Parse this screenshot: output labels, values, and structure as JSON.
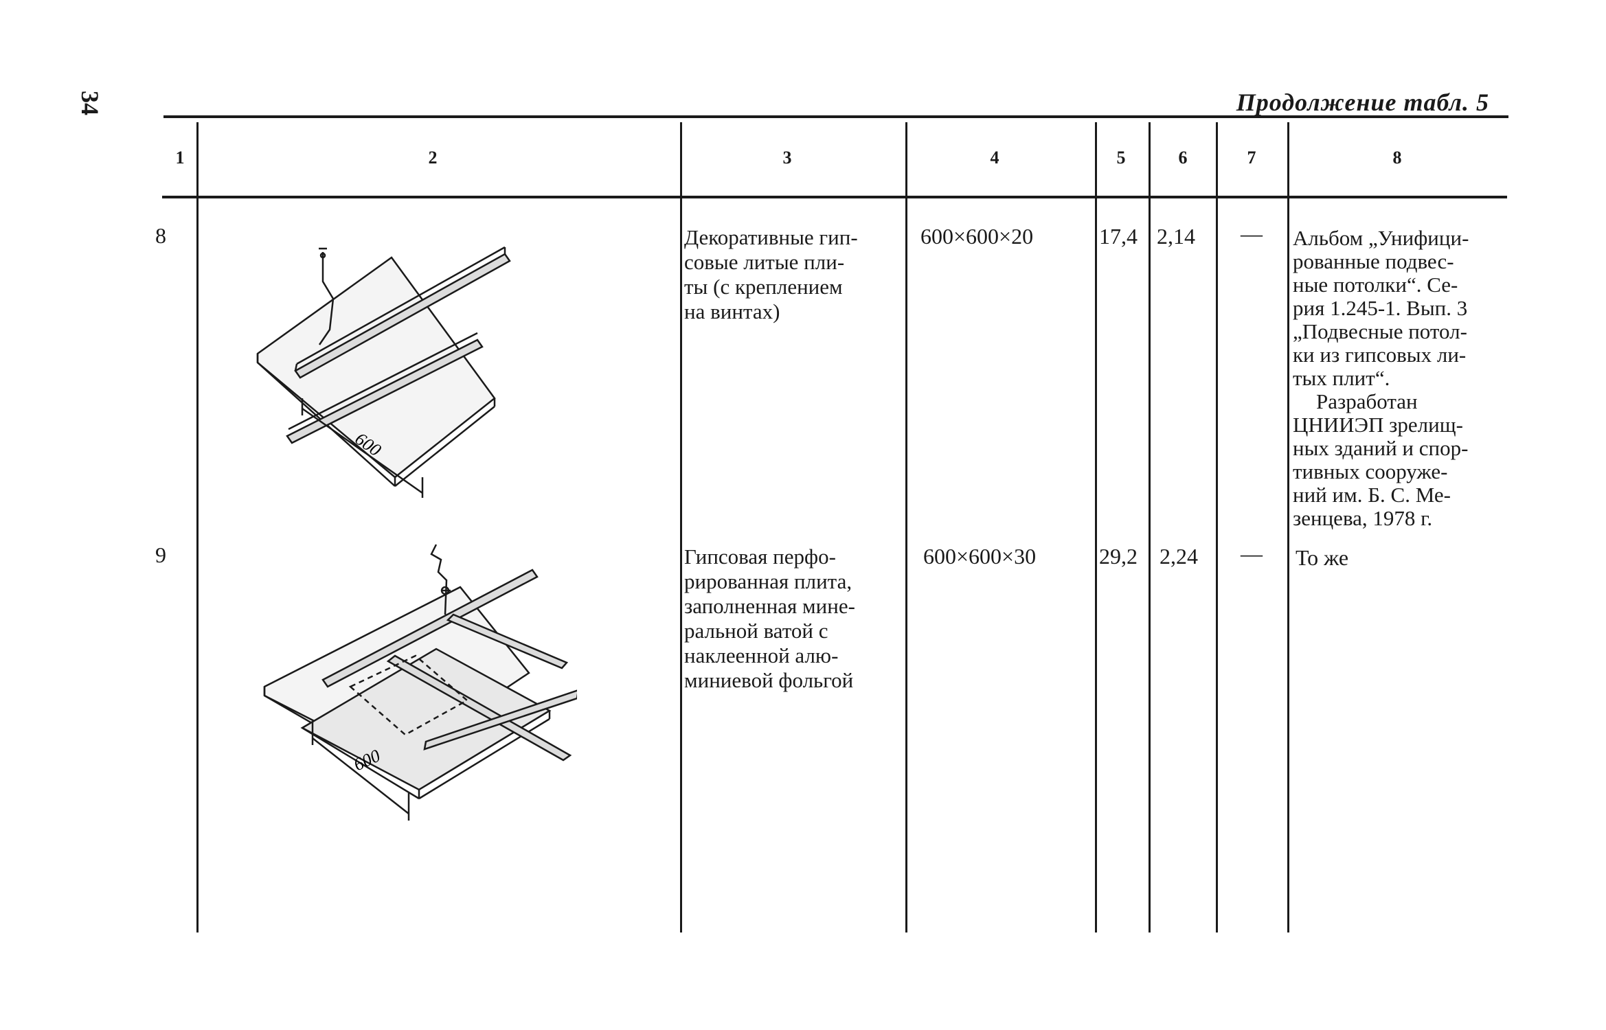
{
  "page": {
    "number": "34",
    "caption": "Продолжение табл. 5"
  },
  "table": {
    "columns": [
      "1",
      "2",
      "3",
      "4",
      "5",
      "6",
      "7",
      "8"
    ],
    "rows": [
      {
        "num": "8",
        "description": "Декоративные гипсовые литые плиты (с креплением на винтах)",
        "desc_lines": [
          "Декоративные гип-",
          "совые литые пли-",
          "ты (с креплением",
          "на винтах)"
        ],
        "size": "600×600×20",
        "col5": "17,4",
        "col6": "2,14",
        "col7": "—",
        "drawing_label": "600"
      },
      {
        "num": "9",
        "description": "Гипсовая перфорированная плита, заполненная минеральной ватой с наклеенной алюминиевой фольгой",
        "desc_lines": [
          "Гипсовая перфо-",
          "рированная плита,",
          "заполненная мине-",
          "ральной ватой с",
          "наклеенной алю-",
          "миниевой фольгой"
        ],
        "size": "600×600×30",
        "col5": "29,2",
        "col6": "2,24",
        "col7": "—",
        "drawing_label": "600"
      }
    ],
    "note_lines": [
      "Альбом „Унифици-",
      "рованные подвес-",
      "ные потолки“. Се-",
      "рия 1.245-1. Вып. 3",
      "„Подвесные потол-",
      "ки из гипсовых ли-",
      "тых плит“."
    ],
    "note_lines_2": [
      "Разработан",
      "ЦНИИЭП зрелищ-",
      "ных зданий и спор-",
      "тивных сооруже-",
      "ний им. Б. С. Ме-",
      "зенцева, 1978 г."
    ],
    "note_row9": "То же"
  }
}
